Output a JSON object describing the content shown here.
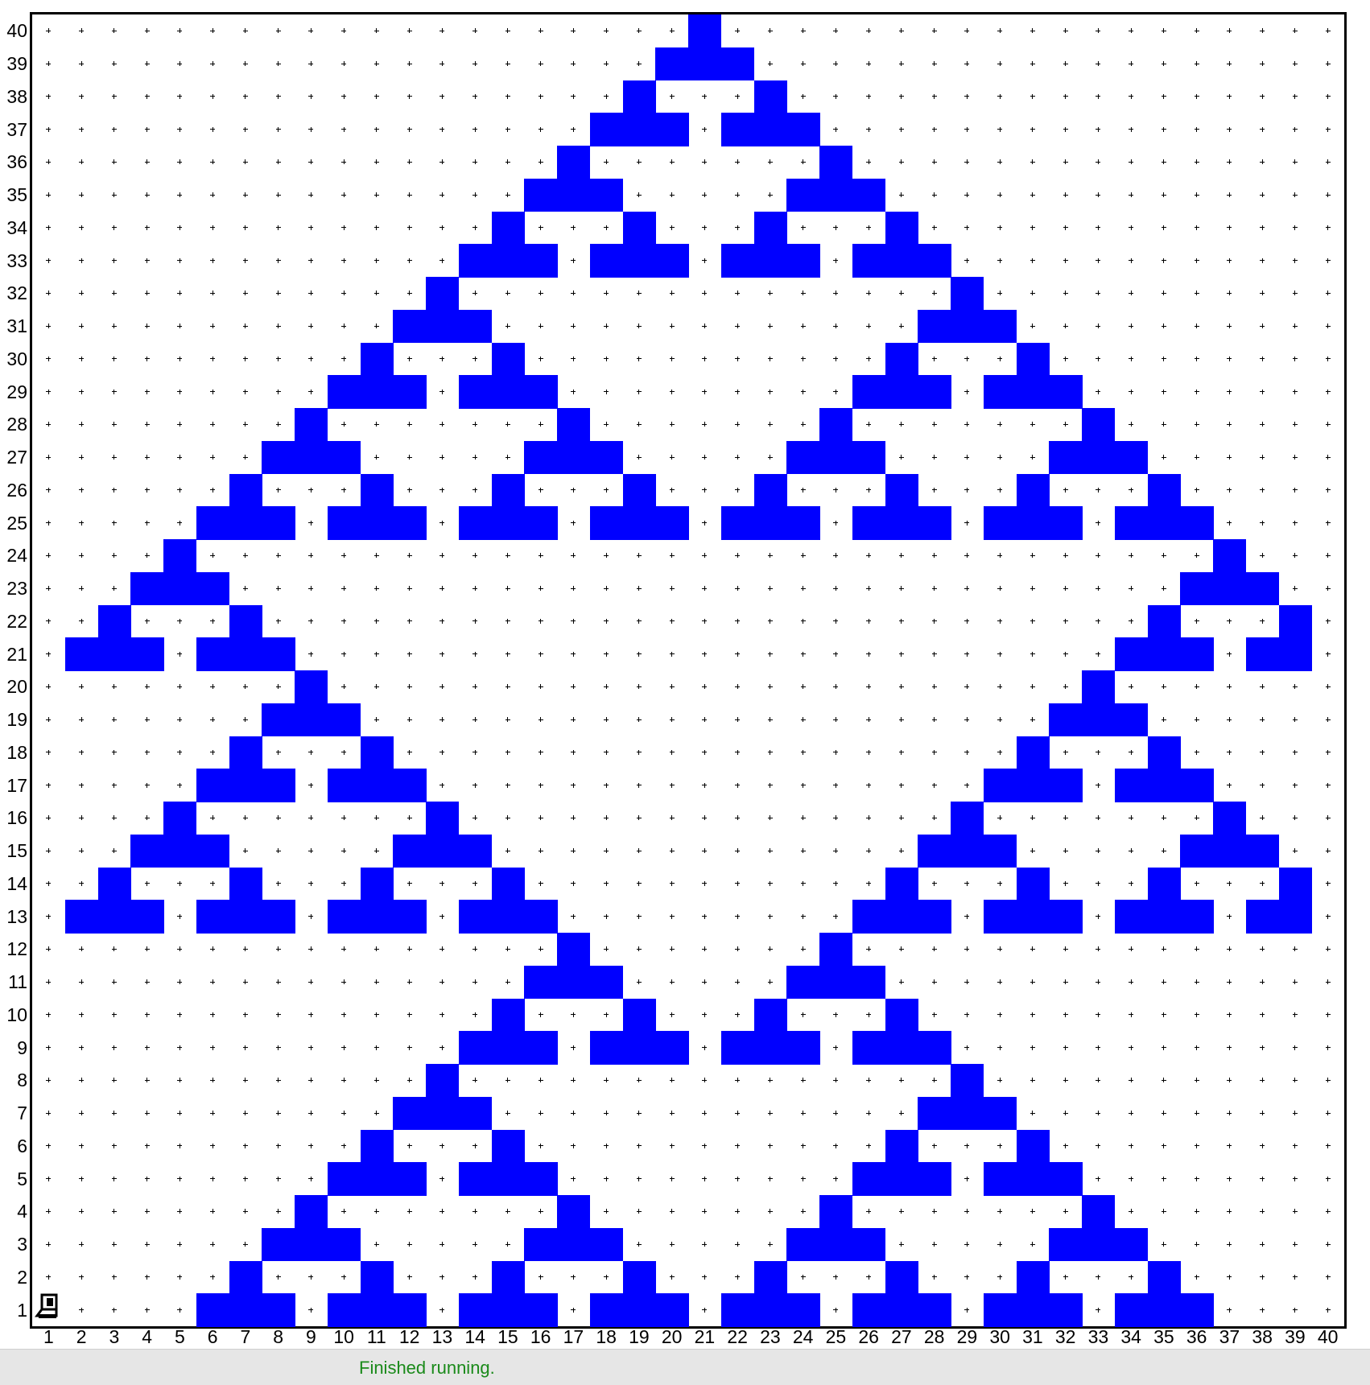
{
  "grid": {
    "cols": 40,
    "rows": 40,
    "fill_color": "#0000ff",
    "x_labels": [
      "1",
      "2",
      "3",
      "4",
      "5",
      "6",
      "7",
      "8",
      "9",
      "10",
      "11",
      "12",
      "13",
      "14",
      "15",
      "16",
      "17",
      "18",
      "19",
      "20",
      "21",
      "22",
      "23",
      "24",
      "25",
      "26",
      "27",
      "28",
      "29",
      "30",
      "31",
      "32",
      "33",
      "34",
      "35",
      "36",
      "37",
      "38",
      "39",
      "40"
    ],
    "y_labels": [
      "1",
      "2",
      "3",
      "4",
      "5",
      "6",
      "7",
      "8",
      "9",
      "10",
      "11",
      "12",
      "13",
      "14",
      "15",
      "16",
      "17",
      "18",
      "19",
      "20",
      "21",
      "22",
      "23",
      "24",
      "25",
      "26",
      "27",
      "28",
      "29",
      "30",
      "31",
      "32",
      "33",
      "34",
      "35",
      "36",
      "37",
      "38",
      "39",
      "40"
    ],
    "filled_cells": [
      [
        21,
        40
      ],
      [
        20,
        39
      ],
      [
        21,
        39
      ],
      [
        22,
        39
      ],
      [
        19,
        38
      ],
      [
        23,
        38
      ],
      [
        18,
        37
      ],
      [
        19,
        37
      ],
      [
        20,
        37
      ],
      [
        22,
        37
      ],
      [
        23,
        37
      ],
      [
        24,
        37
      ],
      [
        17,
        36
      ],
      [
        25,
        36
      ],
      [
        16,
        35
      ],
      [
        17,
        35
      ],
      [
        18,
        35
      ],
      [
        24,
        35
      ],
      [
        25,
        35
      ],
      [
        26,
        35
      ],
      [
        15,
        34
      ],
      [
        19,
        34
      ],
      [
        23,
        34
      ],
      [
        27,
        34
      ],
      [
        14,
        33
      ],
      [
        15,
        33
      ],
      [
        16,
        33
      ],
      [
        18,
        33
      ],
      [
        19,
        33
      ],
      [
        20,
        33
      ],
      [
        22,
        33
      ],
      [
        23,
        33
      ],
      [
        24,
        33
      ],
      [
        26,
        33
      ],
      [
        27,
        33
      ],
      [
        28,
        33
      ],
      [
        13,
        32
      ],
      [
        29,
        32
      ],
      [
        12,
        31
      ],
      [
        13,
        31
      ],
      [
        14,
        31
      ],
      [
        28,
        31
      ],
      [
        29,
        31
      ],
      [
        30,
        31
      ],
      [
        11,
        30
      ],
      [
        15,
        30
      ],
      [
        27,
        30
      ],
      [
        31,
        30
      ],
      [
        10,
        29
      ],
      [
        11,
        29
      ],
      [
        12,
        29
      ],
      [
        14,
        29
      ],
      [
        15,
        29
      ],
      [
        16,
        29
      ],
      [
        26,
        29
      ],
      [
        27,
        29
      ],
      [
        28,
        29
      ],
      [
        30,
        29
      ],
      [
        31,
        29
      ],
      [
        32,
        29
      ],
      [
        9,
        28
      ],
      [
        17,
        28
      ],
      [
        25,
        28
      ],
      [
        33,
        28
      ],
      [
        8,
        27
      ],
      [
        9,
        27
      ],
      [
        10,
        27
      ],
      [
        16,
        27
      ],
      [
        17,
        27
      ],
      [
        18,
        27
      ],
      [
        24,
        27
      ],
      [
        25,
        27
      ],
      [
        26,
        27
      ],
      [
        32,
        27
      ],
      [
        33,
        27
      ],
      [
        34,
        27
      ],
      [
        7,
        26
      ],
      [
        11,
        26
      ],
      [
        15,
        26
      ],
      [
        19,
        26
      ],
      [
        23,
        26
      ],
      [
        27,
        26
      ],
      [
        31,
        26
      ],
      [
        35,
        26
      ],
      [
        6,
        25
      ],
      [
        7,
        25
      ],
      [
        8,
        25
      ],
      [
        10,
        25
      ],
      [
        11,
        25
      ],
      [
        12,
        25
      ],
      [
        14,
        25
      ],
      [
        15,
        25
      ],
      [
        16,
        25
      ],
      [
        18,
        25
      ],
      [
        19,
        25
      ],
      [
        20,
        25
      ],
      [
        22,
        25
      ],
      [
        23,
        25
      ],
      [
        24,
        25
      ],
      [
        26,
        25
      ],
      [
        27,
        25
      ],
      [
        28,
        25
      ],
      [
        30,
        25
      ],
      [
        31,
        25
      ],
      [
        32,
        25
      ],
      [
        34,
        25
      ],
      [
        35,
        25
      ],
      [
        36,
        25
      ],
      [
        5,
        24
      ],
      [
        37,
        24
      ],
      [
        4,
        23
      ],
      [
        5,
        23
      ],
      [
        6,
        23
      ],
      [
        36,
        23
      ],
      [
        37,
        23
      ],
      [
        38,
        23
      ],
      [
        3,
        22
      ],
      [
        7,
        22
      ],
      [
        35,
        22
      ],
      [
        39,
        22
      ],
      [
        2,
        21
      ],
      [
        3,
        21
      ],
      [
        4,
        21
      ],
      [
        6,
        21
      ],
      [
        7,
        21
      ],
      [
        8,
        21
      ],
      [
        34,
        21
      ],
      [
        35,
        21
      ],
      [
        36,
        21
      ],
      [
        38,
        21
      ],
      [
        39,
        21
      ],
      [
        9,
        20
      ],
      [
        33,
        20
      ],
      [
        8,
        19
      ],
      [
        9,
        19
      ],
      [
        10,
        19
      ],
      [
        32,
        19
      ],
      [
        33,
        19
      ],
      [
        34,
        19
      ],
      [
        7,
        18
      ],
      [
        11,
        18
      ],
      [
        31,
        18
      ],
      [
        35,
        18
      ],
      [
        6,
        17
      ],
      [
        7,
        17
      ],
      [
        8,
        17
      ],
      [
        10,
        17
      ],
      [
        11,
        17
      ],
      [
        12,
        17
      ],
      [
        30,
        17
      ],
      [
        31,
        17
      ],
      [
        32,
        17
      ],
      [
        34,
        17
      ],
      [
        35,
        17
      ],
      [
        36,
        17
      ],
      [
        5,
        16
      ],
      [
        13,
        16
      ],
      [
        29,
        16
      ],
      [
        37,
        16
      ],
      [
        4,
        15
      ],
      [
        5,
        15
      ],
      [
        6,
        15
      ],
      [
        12,
        15
      ],
      [
        13,
        15
      ],
      [
        14,
        15
      ],
      [
        28,
        15
      ],
      [
        29,
        15
      ],
      [
        30,
        15
      ],
      [
        36,
        15
      ],
      [
        37,
        15
      ],
      [
        38,
        15
      ],
      [
        3,
        14
      ],
      [
        7,
        14
      ],
      [
        11,
        14
      ],
      [
        15,
        14
      ],
      [
        27,
        14
      ],
      [
        31,
        14
      ],
      [
        35,
        14
      ],
      [
        39,
        14
      ],
      [
        2,
        13
      ],
      [
        3,
        13
      ],
      [
        4,
        13
      ],
      [
        6,
        13
      ],
      [
        7,
        13
      ],
      [
        8,
        13
      ],
      [
        10,
        13
      ],
      [
        11,
        13
      ],
      [
        12,
        13
      ],
      [
        14,
        13
      ],
      [
        15,
        13
      ],
      [
        16,
        13
      ],
      [
        26,
        13
      ],
      [
        27,
        13
      ],
      [
        28,
        13
      ],
      [
        30,
        13
      ],
      [
        31,
        13
      ],
      [
        32,
        13
      ],
      [
        34,
        13
      ],
      [
        35,
        13
      ],
      [
        36,
        13
      ],
      [
        38,
        13
      ],
      [
        39,
        13
      ],
      [
        17,
        12
      ],
      [
        25,
        12
      ],
      [
        16,
        11
      ],
      [
        17,
        11
      ],
      [
        18,
        11
      ],
      [
        24,
        11
      ],
      [
        25,
        11
      ],
      [
        26,
        11
      ],
      [
        15,
        10
      ],
      [
        19,
        10
      ],
      [
        23,
        10
      ],
      [
        27,
        10
      ],
      [
        14,
        9
      ],
      [
        15,
        9
      ],
      [
        16,
        9
      ],
      [
        18,
        9
      ],
      [
        19,
        9
      ],
      [
        20,
        9
      ],
      [
        22,
        9
      ],
      [
        23,
        9
      ],
      [
        24,
        9
      ],
      [
        26,
        9
      ],
      [
        27,
        9
      ],
      [
        28,
        9
      ],
      [
        13,
        8
      ],
      [
        29,
        8
      ],
      [
        12,
        7
      ],
      [
        13,
        7
      ],
      [
        14,
        7
      ],
      [
        28,
        7
      ],
      [
        29,
        7
      ],
      [
        30,
        7
      ],
      [
        11,
        6
      ],
      [
        15,
        6
      ],
      [
        27,
        6
      ],
      [
        31,
        6
      ],
      [
        10,
        5
      ],
      [
        11,
        5
      ],
      [
        12,
        5
      ],
      [
        14,
        5
      ],
      [
        15,
        5
      ],
      [
        16,
        5
      ],
      [
        26,
        5
      ],
      [
        27,
        5
      ],
      [
        28,
        5
      ],
      [
        30,
        5
      ],
      [
        31,
        5
      ],
      [
        32,
        5
      ],
      [
        9,
        4
      ],
      [
        17,
        4
      ],
      [
        25,
        4
      ],
      [
        33,
        4
      ],
      [
        8,
        3
      ],
      [
        9,
        3
      ],
      [
        10,
        3
      ],
      [
        16,
        3
      ],
      [
        17,
        3
      ],
      [
        18,
        3
      ],
      [
        24,
        3
      ],
      [
        25,
        3
      ],
      [
        26,
        3
      ],
      [
        32,
        3
      ],
      [
        33,
        3
      ],
      [
        34,
        3
      ],
      [
        7,
        2
      ],
      [
        11,
        2
      ],
      [
        15,
        2
      ],
      [
        19,
        2
      ],
      [
        23,
        2
      ],
      [
        27,
        2
      ],
      [
        31,
        2
      ],
      [
        35,
        2
      ],
      [
        6,
        1
      ],
      [
        7,
        1
      ],
      [
        8,
        1
      ],
      [
        10,
        1
      ],
      [
        11,
        1
      ],
      [
        12,
        1
      ],
      [
        14,
        1
      ],
      [
        15,
        1
      ],
      [
        16,
        1
      ],
      [
        18,
        1
      ],
      [
        19,
        1
      ],
      [
        20,
        1
      ],
      [
        22,
        1
      ],
      [
        23,
        1
      ],
      [
        24,
        1
      ],
      [
        26,
        1
      ],
      [
        27,
        1
      ],
      [
        28,
        1
      ],
      [
        30,
        1
      ],
      [
        31,
        1
      ],
      [
        32,
        1
      ],
      [
        34,
        1
      ],
      [
        35,
        1
      ],
      [
        36,
        1
      ]
    ],
    "robot": {
      "icon": "robot-icon",
      "x": 1,
      "y": 1
    }
  },
  "status": {
    "text": "Finished running.",
    "color": "#1a8a1a"
  }
}
